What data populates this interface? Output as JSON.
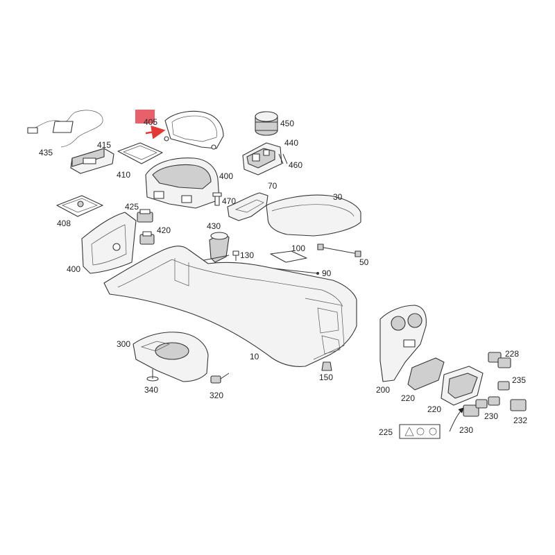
{
  "diagram": {
    "labels": [
      {
        "id": "435",
        "text": "435"
      },
      {
        "id": "415",
        "text": "415"
      },
      {
        "id": "410",
        "text": "410"
      },
      {
        "id": "405",
        "text": "405"
      },
      {
        "id": "450",
        "text": "450"
      },
      {
        "id": "440",
        "text": "440"
      },
      {
        "id": "460",
        "text": "460"
      },
      {
        "id": "400a",
        "text": "400"
      },
      {
        "id": "470",
        "text": "470"
      },
      {
        "id": "70",
        "text": "70"
      },
      {
        "id": "30",
        "text": "30"
      },
      {
        "id": "408",
        "text": "408"
      },
      {
        "id": "425",
        "text": "425"
      },
      {
        "id": "420",
        "text": "420"
      },
      {
        "id": "430",
        "text": "430"
      },
      {
        "id": "100",
        "text": "100"
      },
      {
        "id": "400b",
        "text": "400"
      },
      {
        "id": "130",
        "text": "130"
      },
      {
        "id": "50",
        "text": "50"
      },
      {
        "id": "90",
        "text": "90"
      },
      {
        "id": "300",
        "text": "300"
      },
      {
        "id": "10",
        "text": "10"
      },
      {
        "id": "150",
        "text": "150"
      },
      {
        "id": "340",
        "text": "340"
      },
      {
        "id": "320",
        "text": "320"
      },
      {
        "id": "228",
        "text": "228"
      },
      {
        "id": "200",
        "text": "200"
      },
      {
        "id": "220a",
        "text": "220"
      },
      {
        "id": "220b",
        "text": "220"
      },
      {
        "id": "235",
        "text": "235"
      },
      {
        "id": "230a",
        "text": "230"
      },
      {
        "id": "232",
        "text": "232"
      },
      {
        "id": "225",
        "text": "225"
      },
      {
        "id": "230b",
        "text": "230"
      }
    ],
    "highlight": {
      "part": "405",
      "color": "#e8616a",
      "arrow_color": "#e53935"
    },
    "line_color": "#333333"
  }
}
